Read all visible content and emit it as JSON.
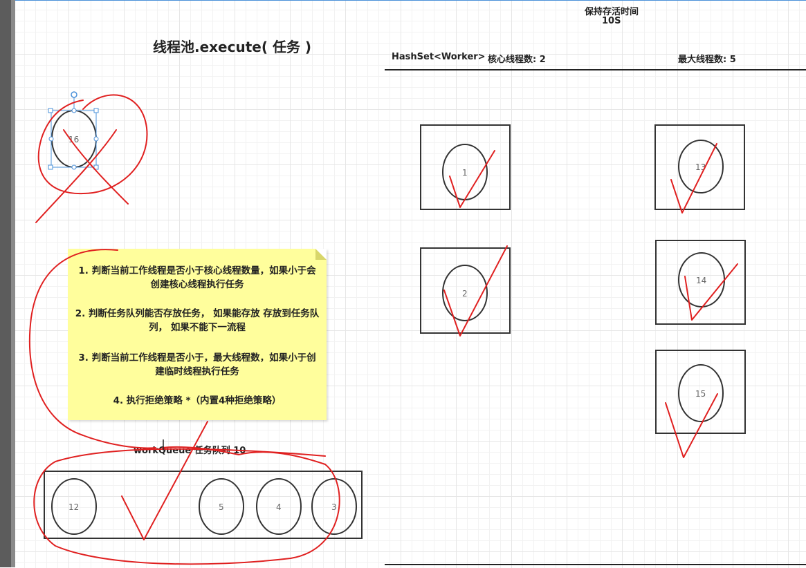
{
  "header": {
    "keepalive_label": "保持存活时间",
    "keepalive_value": "10S"
  },
  "title": "线程池.execute( 任务 )",
  "pool": {
    "hashset_label": "HashSet<Worker>",
    "core_label": "核心线程数: 2",
    "max_label": "最大线程数: 5"
  },
  "queue": {
    "label": "workQueue 任务队列 10"
  },
  "note": {
    "steps": [
      "1. 判断当前工作线程是否小于核心线程数量，如果小于会创建核心线程执行任务",
      "2. 判断任务队列能否存放任务， 如果能存放 存放到任务队列， 如果不能下一流程",
      "3. 判断当前工作线程是否小于，最大线程数，如果小于创建临时线程执行任务",
      "4. 执行拒绝策略 *（内置4种拒绝策略）"
    ]
  },
  "tasks": {
    "incoming": "16",
    "core_1": "1",
    "core_2": "2",
    "temp_13": "13",
    "temp_14": "14",
    "temp_15": "15",
    "queued": [
      "12",
      "5",
      "4",
      "3"
    ]
  },
  "colors": {
    "annotation": "#e02020",
    "note_bg": "#fffe9c",
    "selection": "#4a90d9"
  }
}
